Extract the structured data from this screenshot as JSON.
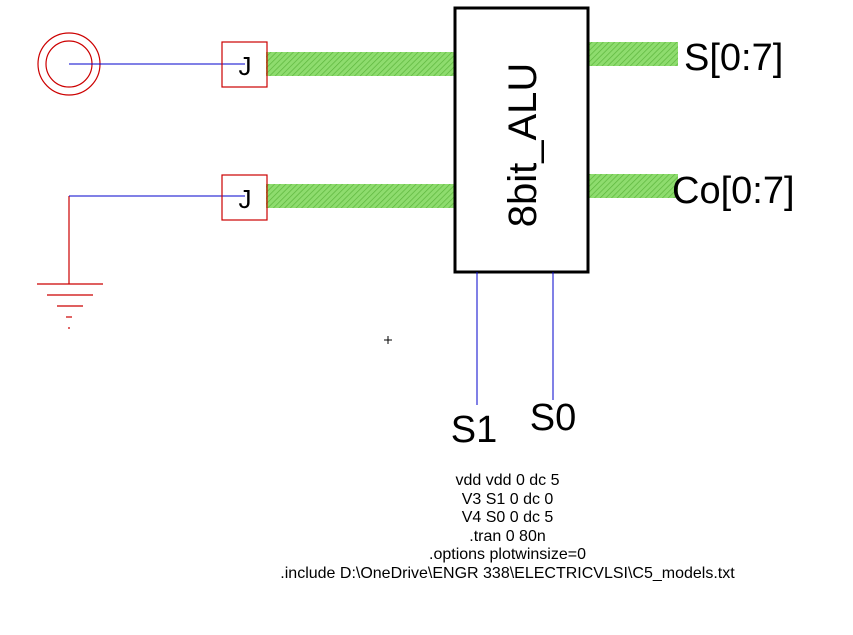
{
  "block": {
    "name": "8bit_ALU"
  },
  "outputs": {
    "sum": "S[0:7]",
    "carry": "Co[0:7]"
  },
  "selects": {
    "s1": "S1",
    "s0": "S0"
  },
  "pins": {
    "top": "J",
    "bottom": "J"
  },
  "spice_lines": [
    "vdd vdd 0 dc 5",
    "V3 S1 0 dc 0",
    "V4 S0 0 dc 5",
    ".tran 0 80n",
    ".options plotwinsize=0",
    ".include D:\\OneDrive\\ENGR 338\\ELECTRICVLSI\\C5_models.txt"
  ],
  "colors": {
    "bus": "#8edc6e",
    "bus_hatch": "#5cb63c",
    "wire": "#0000cc",
    "symbol": "#cc0000"
  }
}
